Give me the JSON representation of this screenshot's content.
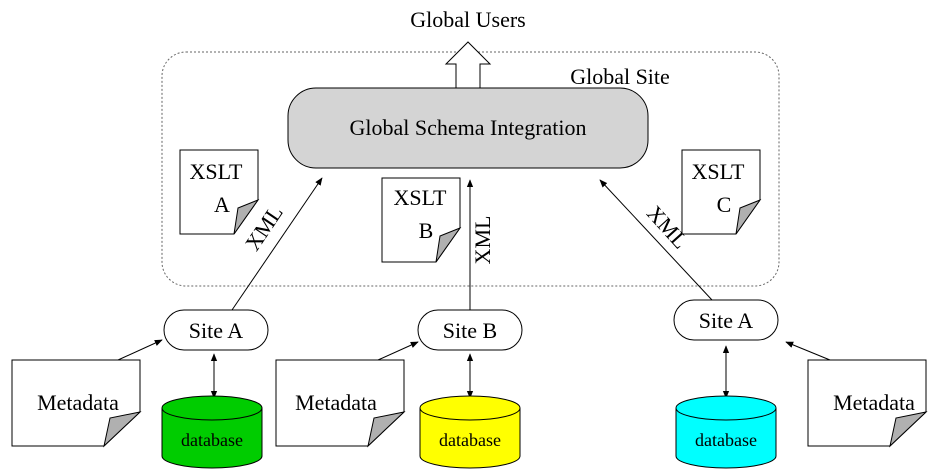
{
  "diagram": {
    "global_users": "Global Users",
    "global_site": "Global Site",
    "global_schema": "Global Schema Integration",
    "xslt": [
      {
        "line1": "XSLT",
        "line2": "A"
      },
      {
        "line1": "XSLT",
        "line2": "B"
      },
      {
        "line1": "XSLT",
        "line2": "C"
      }
    ],
    "xml_label": "XML",
    "sites": [
      {
        "label": "Site A",
        "metadata": "Metadata",
        "db_label": "database",
        "db_color": "#00cc00"
      },
      {
        "label": "Site B",
        "metadata": "Metadata",
        "db_label": "database",
        "db_color": "#ffff00"
      },
      {
        "label": "Site A",
        "metadata": "Metadata",
        "db_label": "database",
        "db_color": "#00ffff"
      }
    ],
    "colors": {
      "schema_fill": "#d4d4d4",
      "doc_fold": "#b0b0b0"
    }
  }
}
